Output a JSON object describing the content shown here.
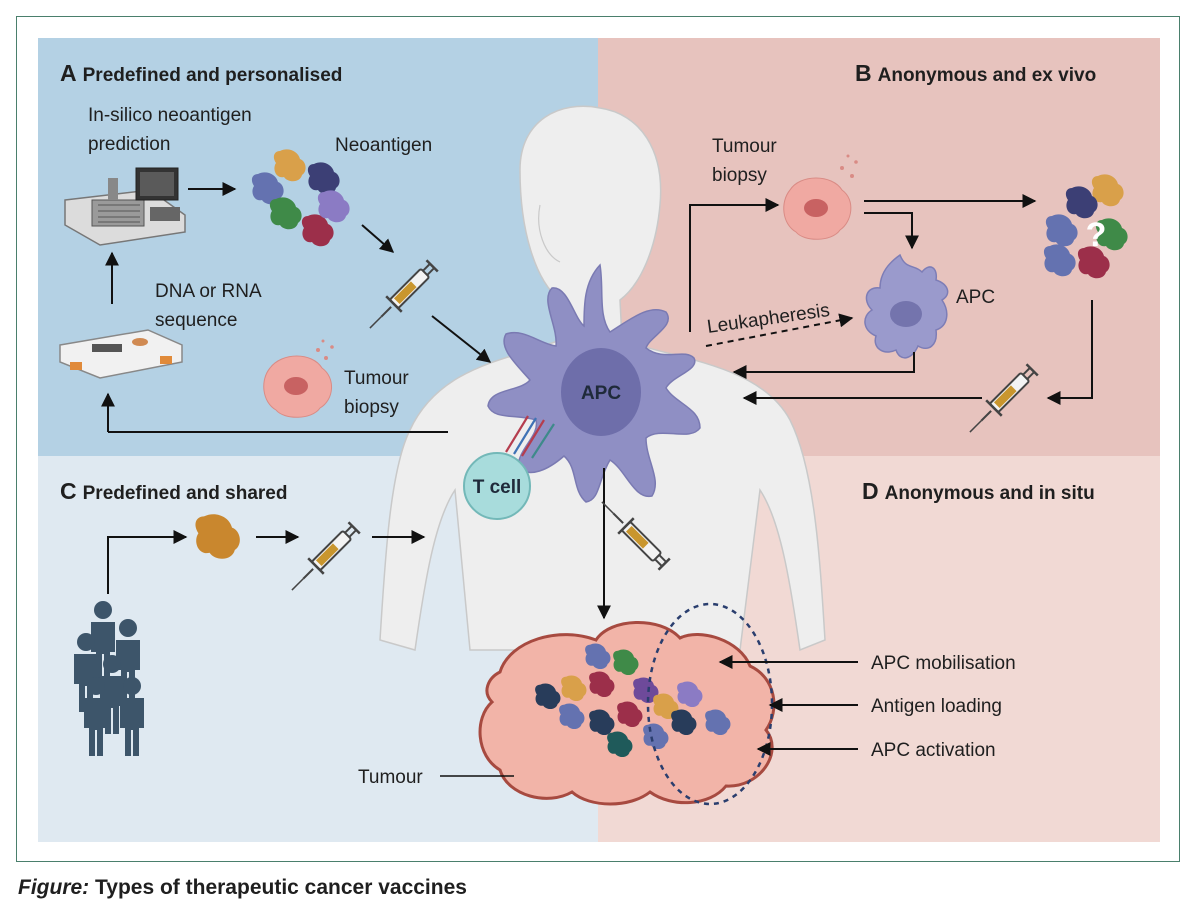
{
  "panels": {
    "a": {
      "letter": "A",
      "title": "Predefined and personalised"
    },
    "b": {
      "letter": "B",
      "title": "Anonymous and ex vivo"
    },
    "c": {
      "letter": "C",
      "title": "Predefined and shared"
    },
    "d": {
      "letter": "D",
      "title": "Anonymous and in situ"
    }
  },
  "labels": {
    "insilico_line1": "In-silico neoantigen",
    "insilico_line2": "prediction",
    "neoantigen": "Neoantigen",
    "dna_line1": "DNA or RNA",
    "dna_line2": "sequence",
    "tumour_biopsy_a_line1": "Tumour",
    "tumour_biopsy_a_line2": "biopsy",
    "tumour_biopsy_b_line1": "Tumour",
    "tumour_biopsy_b_line2": "biopsy",
    "apc_b": "APC",
    "leukapheresis": "Leukapheresis",
    "question": "?",
    "apc_center": "APC",
    "t_cell": "T cell",
    "tumour": "Tumour",
    "apc_mobilisation": "APC mobilisation",
    "antigen_loading": "Antigen loading",
    "apc_activation": "APC activation"
  },
  "caption": {
    "label": "Figure:",
    "text": "Types of therapeutic cancer vaccines"
  },
  "colors": {
    "panel_a": "#b4d1e4",
    "panel_b": "#e7c3be",
    "panel_c": "#dfe9f1",
    "panel_d": "#f1d9d4",
    "frame": "#4a7f6c",
    "apc": "#8f8fc4",
    "apc_nucleus": "#6e6eaa",
    "t_cell": "#a8dcdc",
    "tumour": "#f2b4a8",
    "body": "#eeeeee"
  }
}
